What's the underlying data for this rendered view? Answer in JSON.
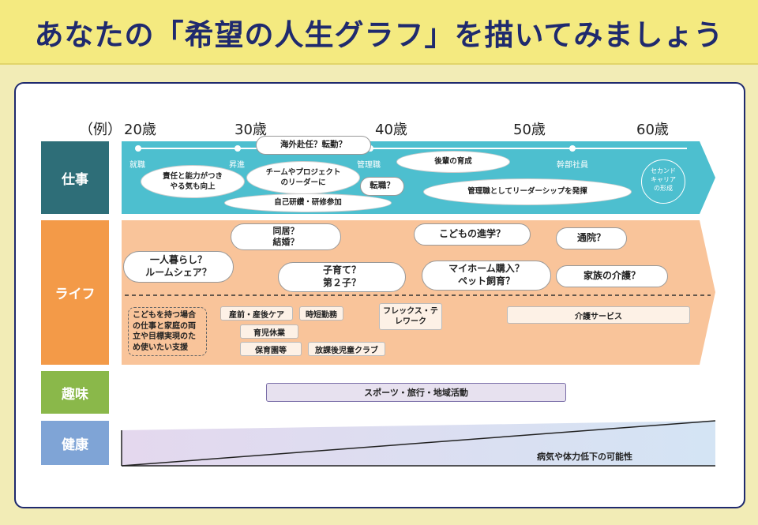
{
  "title": "あなたの「希望の人生グラフ」を描いてみましょう",
  "example_label": "（例）",
  "ages": [
    "20歳",
    "30歳",
    "40歳",
    "50歳",
    "60歳"
  ],
  "rows": {
    "work": "仕事",
    "life": "ライフ",
    "hobby": "趣味",
    "health": "健康"
  },
  "work": {
    "markers": [
      "就職",
      "昇進",
      "管理職",
      "幹部社員"
    ],
    "second_career": [
      "セカンド",
      "キャリア",
      "の形成"
    ],
    "ovals": [
      [
        "責任と能力がつき",
        "やる気も向上"
      ],
      [
        "チームやプロジェクト",
        "のリーダーに"
      ],
      [
        "自己研鑽・研修参加"
      ],
      [
        "後輩の育成"
      ],
      [
        "管理職としてリーダーシップを発揮"
      ]
    ],
    "clouds": [
      "海外赴任？転勤？",
      "転職？"
    ]
  },
  "life": {
    "clouds": [
      [
        "同居？",
        "結婚？"
      ],
      [
        "一人暮らし？",
        "ルームシェア？"
      ],
      [
        "子育て？",
        "第２子？"
      ],
      [
        "こどもの進学？"
      ],
      [
        "マイホーム購入？",
        "ペット飼育？"
      ],
      [
        "通院？"
      ],
      [
        "家族の介護？"
      ]
    ],
    "support_text": "こどもを持つ場合の仕事と家庭の両立や目標実現のため使いたい支援",
    "tags": [
      "産前・産後ケア",
      "時短勤務",
      "育児休業",
      "保育園等",
      "放課後児童クラブ",
      "フレックス・テレワーク",
      "介護サービス"
    ]
  },
  "hobby": {
    "bar": "スポーツ・旅行・地域活動"
  },
  "health": {
    "note": "病気や体力低下の可能性"
  },
  "colors": {
    "work_band": "#4dbfcf",
    "life_band": "#f9c49a",
    "work_label": "#2e6e78",
    "life_label": "#f39a48",
    "hobby_label": "#8ab84a",
    "health_label": "#7fa4d6",
    "navy": "#1f2a6e"
  }
}
